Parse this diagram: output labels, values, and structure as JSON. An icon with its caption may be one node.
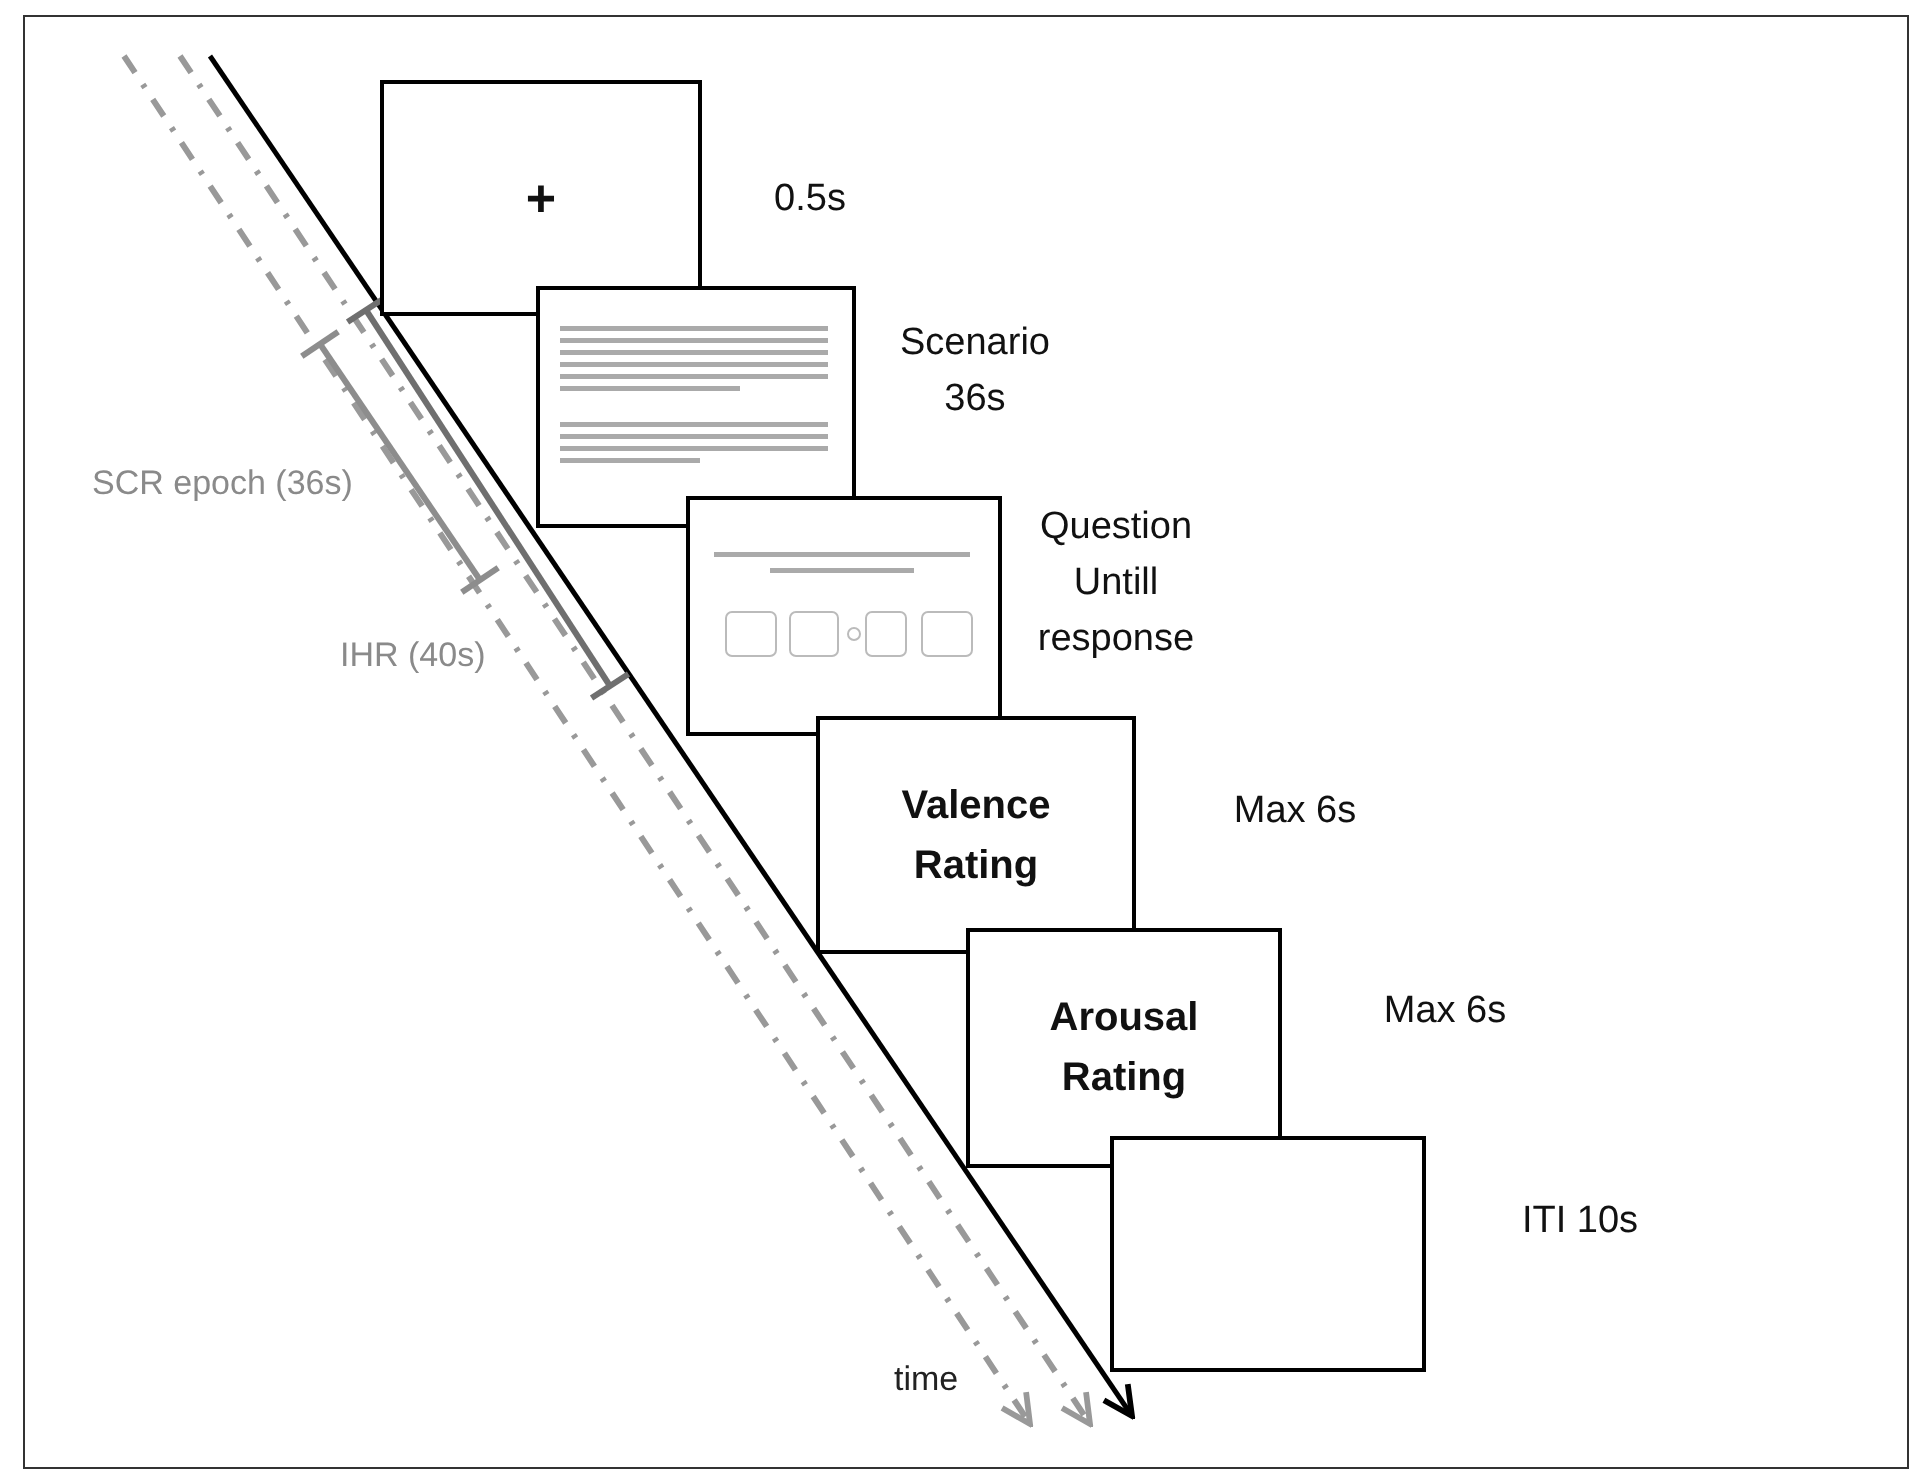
{
  "diagram": {
    "nodes": [
      {
        "text": [
          "+"
        ],
        "beside": [
          "0.5s"
        ]
      },
      {
        "text": [],
        "shape": "box",
        "beside": [
          "Scenario 36s"
        ]
      },
      {
        "text": [],
        "shape": "box",
        "beside": [
          "Question Untill response"
        ]
      },
      {
        "text": [
          "Valence Rating"
        ],
        "beside": [
          "Max 6s"
        ]
      },
      {
        "text": [
          "Arousal Rating"
        ],
        "beside": [
          "Max 6s"
        ]
      },
      {
        "text": [],
        "shape": "box",
        "beside": [
          "ITI 10s"
        ]
      }
    ],
    "labels": [
      "SCR epoch (36s)",
      "IHR (40s)",
      "time"
    ]
  }
}
